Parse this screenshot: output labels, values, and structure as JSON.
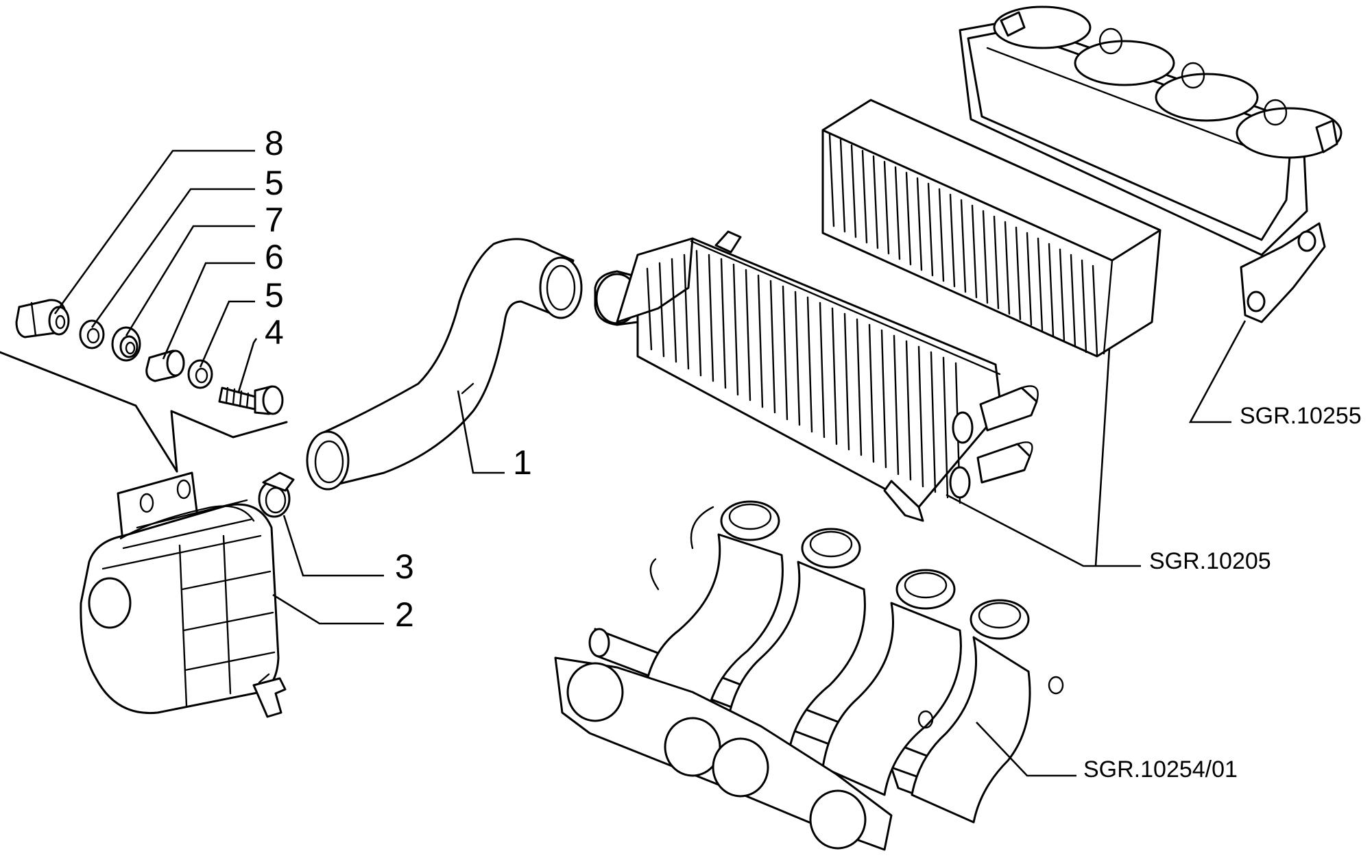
{
  "callouts": [
    {
      "id": "8",
      "label": "8"
    },
    {
      "id": "5a",
      "label": "5"
    },
    {
      "id": "7",
      "label": "7"
    },
    {
      "id": "6",
      "label": "6"
    },
    {
      "id": "5b",
      "label": "5"
    },
    {
      "id": "4",
      "label": "4"
    },
    {
      "id": "1",
      "label": "1"
    },
    {
      "id": "3",
      "label": "3"
    },
    {
      "id": "2",
      "label": "2"
    }
  ],
  "references": [
    {
      "id": "air-box-cover",
      "label": "SGR.10255"
    },
    {
      "id": "air-filter-assembly",
      "label": "SGR.10205"
    },
    {
      "id": "intake-manifold",
      "label": "SGR.10254/01"
    }
  ]
}
